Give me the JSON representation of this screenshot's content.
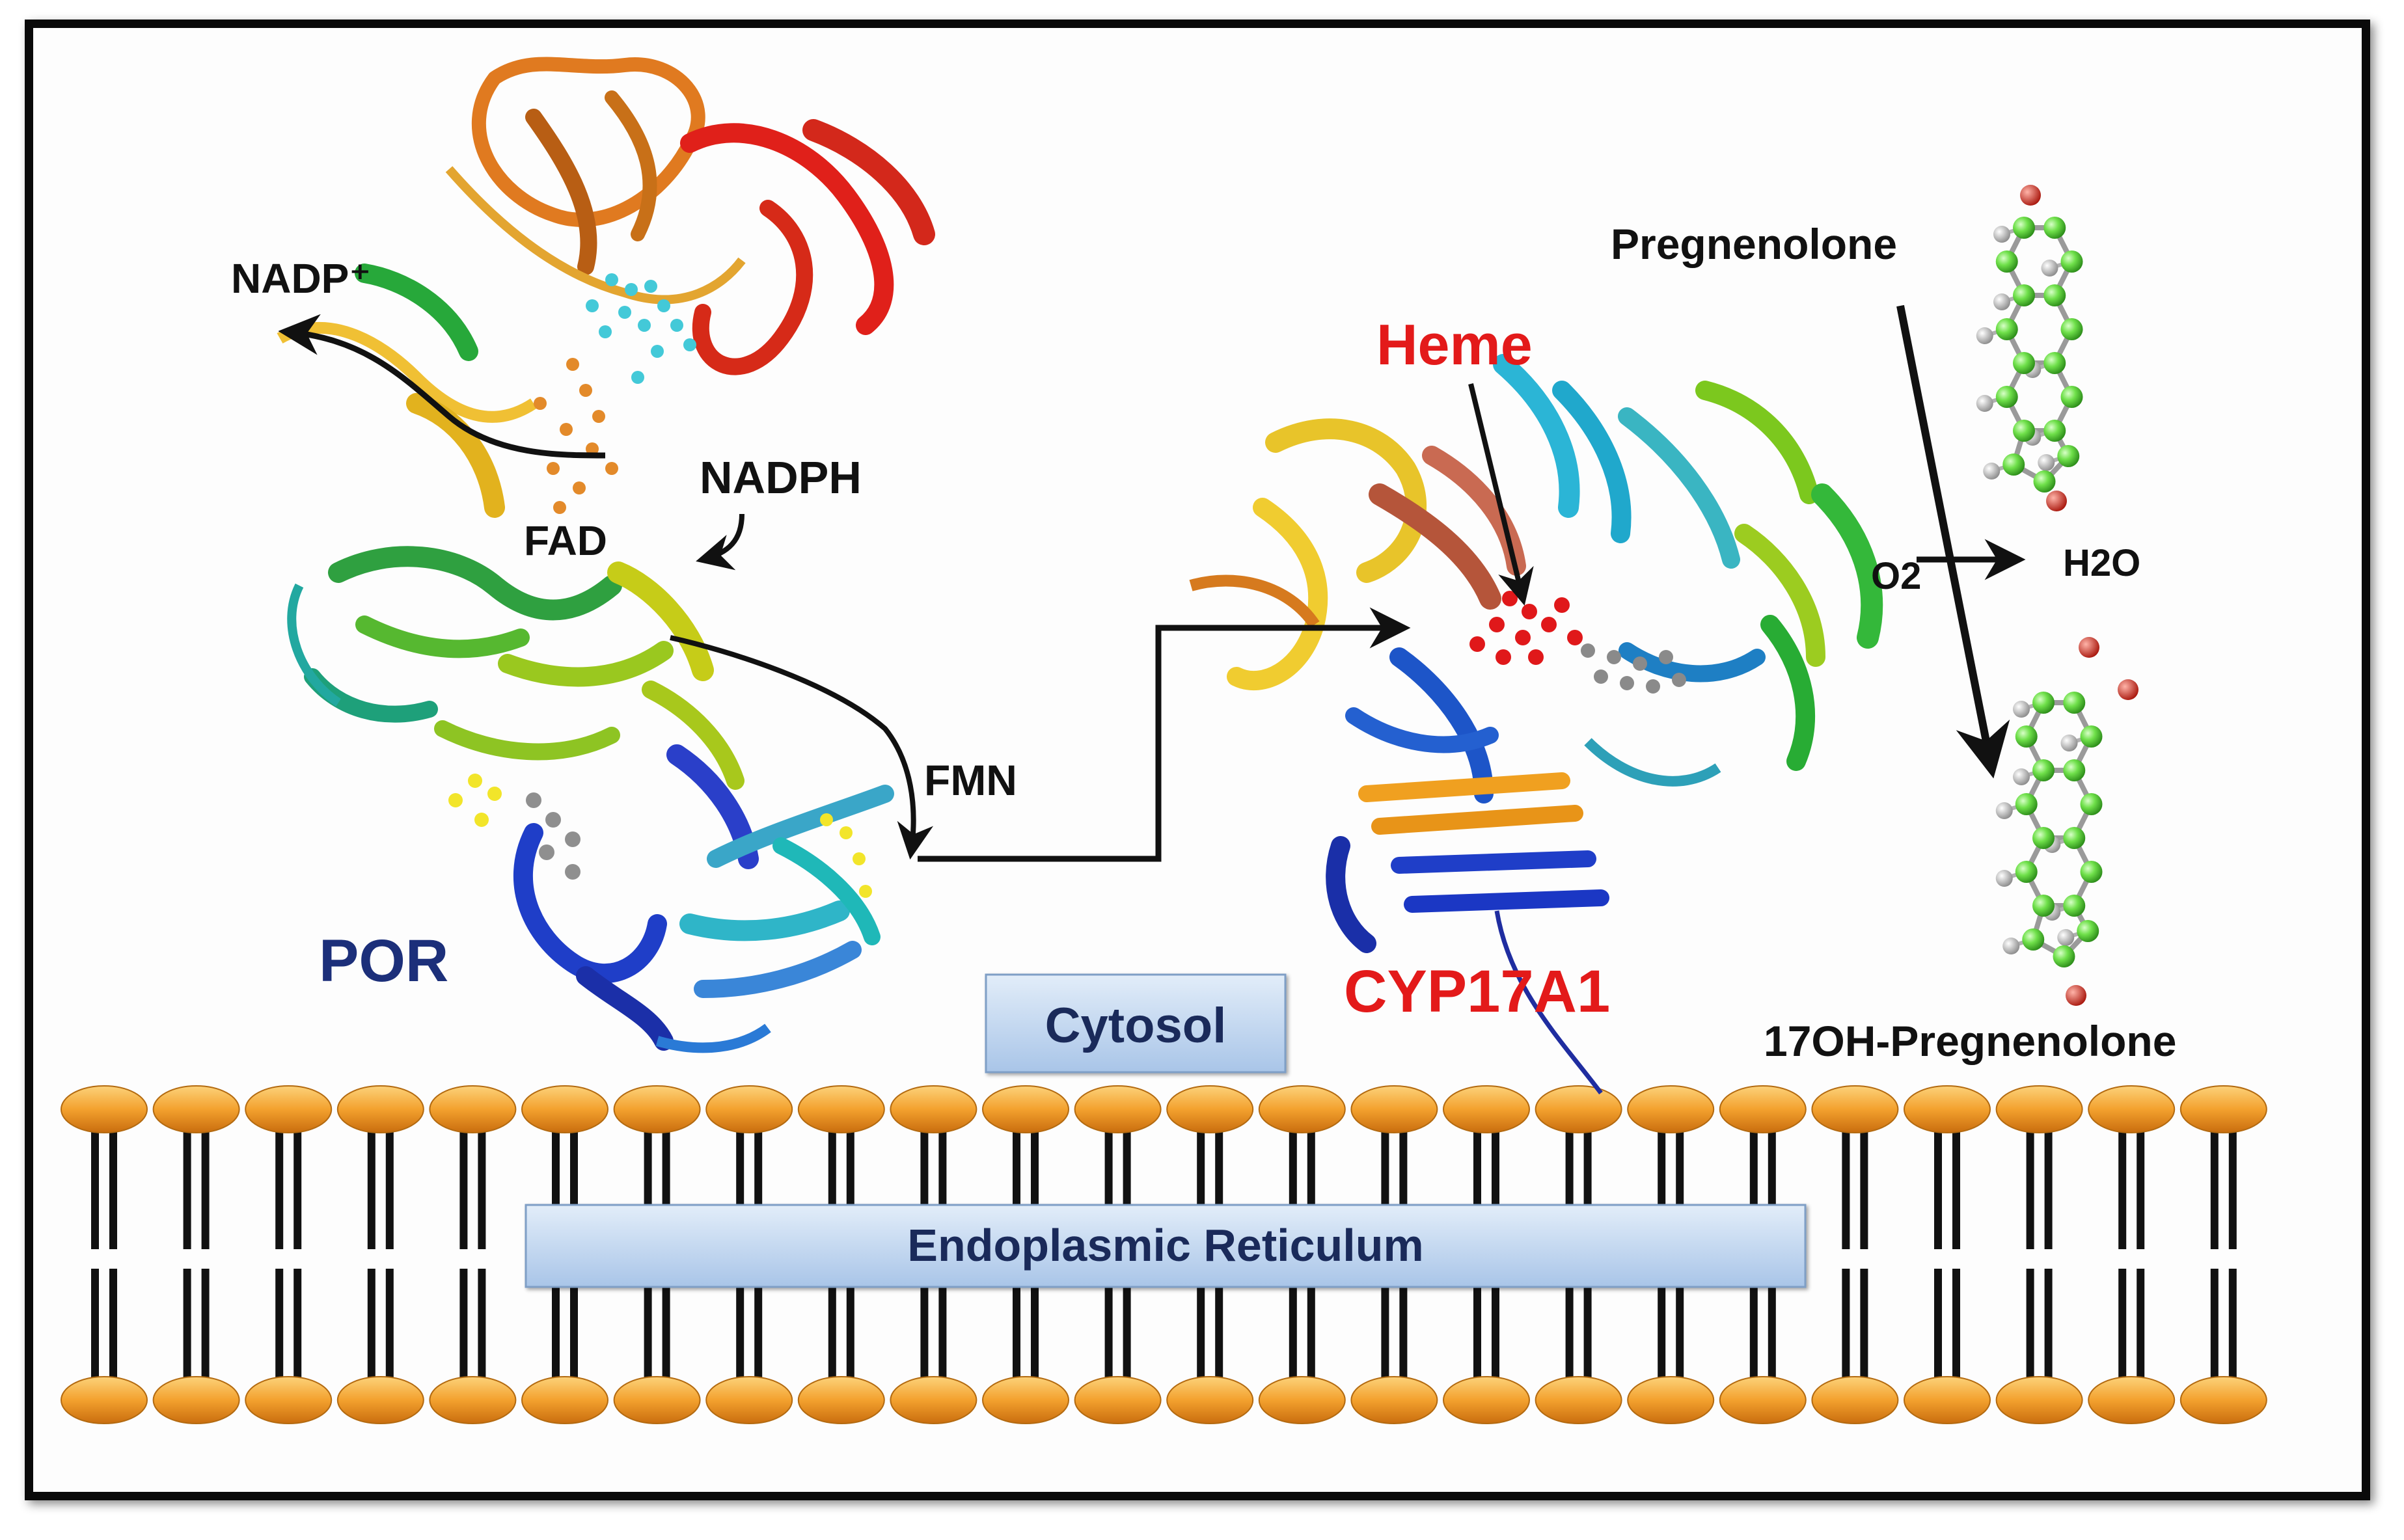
{
  "labels": {
    "nadp_plus": "NADP⁺",
    "nadph": "NADPH",
    "fad": "FAD",
    "fmn": "FMN",
    "por": "POR",
    "heme": "Heme",
    "cyp17a1": "CYP17A1",
    "pregnenolone": "Pregnenolone",
    "o2": "O2",
    "h2o": "H2O",
    "product": "17OH-Pregnenolone",
    "cytosol": "Cytosol",
    "er": "Endoplasmic Reticulum"
  },
  "colors": {
    "por_label": "#1c2f7a",
    "heme_label": "#e31a1a",
    "cyp_label": "#e31a1a",
    "lipid_head": "#f3a12e",
    "lipid_tail": "#111111",
    "box_fill": "#c5d8ef",
    "carbon_atom": "#6fe04a",
    "oxygen_atom": "#d23a2a",
    "hydrogen_atom": "#d8d8d8"
  },
  "icons": {
    "por_structure": "por-ribbon-structure-icon",
    "cyp_structure": "cyp17a1-ribbon-structure-icon",
    "pregnenolone_molecule": "pregnenolone-ball-stick-icon",
    "product_molecule": "17oh-pregnenolone-ball-stick-icon",
    "membrane": "lipid-bilayer-icon"
  }
}
